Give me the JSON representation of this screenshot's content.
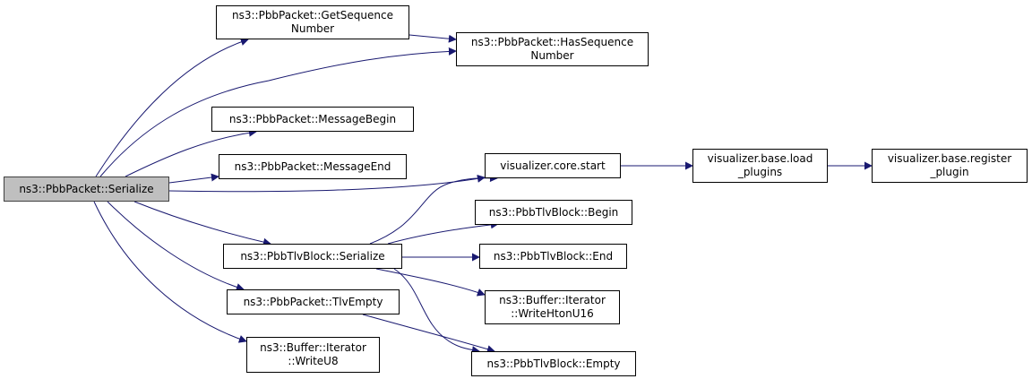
{
  "graph": {
    "edge_color": "#191970",
    "root_fill": "#bfbfbf",
    "nodes": [
      {
        "id": "serialize",
        "lines": [
          "ns3::PbbPacket::Serialize"
        ],
        "root": true
      },
      {
        "id": "getseq",
        "lines": [
          "ns3::PbbPacket::GetSequence",
          "Number"
        ]
      },
      {
        "id": "hasseq",
        "lines": [
          "ns3::PbbPacket::HasSequence",
          "Number"
        ]
      },
      {
        "id": "msgbegin",
        "lines": [
          "ns3::PbbPacket::MessageBegin"
        ]
      },
      {
        "id": "msgend",
        "lines": [
          "ns3::PbbPacket::MessageEnd"
        ]
      },
      {
        "id": "vizstart",
        "lines": [
          "visualizer.core.start"
        ]
      },
      {
        "id": "vizload",
        "lines": [
          "visualizer.base.load",
          "_plugins"
        ]
      },
      {
        "id": "vizreg",
        "lines": [
          "visualizer.base.register",
          "_plugin"
        ]
      },
      {
        "id": "tlvserialize",
        "lines": [
          "ns3::PbbTlvBlock::Serialize"
        ]
      },
      {
        "id": "tlvbegin",
        "lines": [
          "ns3::PbbTlvBlock::Begin"
        ]
      },
      {
        "id": "tlvend",
        "lines": [
          "ns3::PbbTlvBlock::End"
        ]
      },
      {
        "id": "writehton",
        "lines": [
          "ns3::Buffer::Iterator",
          "::WriteHtonU16"
        ]
      },
      {
        "id": "tlvempty",
        "lines": [
          "ns3::PbbPacket::TlvEmpty"
        ]
      },
      {
        "id": "writeu8",
        "lines": [
          "ns3::Buffer::Iterator",
          "::WriteU8"
        ]
      },
      {
        "id": "pbbempty",
        "lines": [
          "ns3::PbbTlvBlock::Empty"
        ]
      }
    ],
    "edges": [
      {
        "from": "serialize",
        "to": "getseq"
      },
      {
        "from": "serialize",
        "to": "hasseq"
      },
      {
        "from": "serialize",
        "to": "msgbegin"
      },
      {
        "from": "serialize",
        "to": "msgend"
      },
      {
        "from": "serialize",
        "to": "vizstart"
      },
      {
        "from": "serialize",
        "to": "tlvserialize"
      },
      {
        "from": "serialize",
        "to": "tlvempty"
      },
      {
        "from": "serialize",
        "to": "writeu8"
      },
      {
        "from": "getseq",
        "to": "hasseq"
      },
      {
        "from": "vizstart",
        "to": "vizload"
      },
      {
        "from": "vizload",
        "to": "vizreg"
      },
      {
        "from": "tlvserialize",
        "to": "vizstart"
      },
      {
        "from": "tlvserialize",
        "to": "tlvbegin"
      },
      {
        "from": "tlvserialize",
        "to": "tlvend"
      },
      {
        "from": "tlvserialize",
        "to": "writehton"
      },
      {
        "from": "tlvserialize",
        "to": "pbbempty"
      },
      {
        "from": "tlvempty",
        "to": "pbbempty"
      }
    ]
  }
}
